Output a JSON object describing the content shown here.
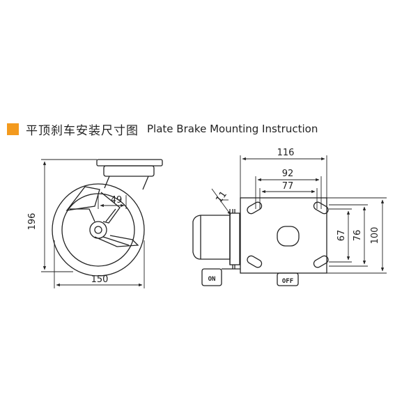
{
  "header": {
    "title_cn": "平顶刹车安装尺寸图",
    "title_en": "Plate Brake Mounting Instruction",
    "accent_color": "#f39a1e"
  },
  "side_view": {
    "height_label": "196",
    "wheel_diameter_label": "150",
    "offset_label": "49"
  },
  "plate_view": {
    "plate_width_label": "116",
    "hole_span_outer_label": "92",
    "hole_span_inner_label": "77",
    "plate_depth_label": "100",
    "hole_depth_outer_label": "76",
    "hole_depth_inner_label": "67",
    "thickness_label": "11",
    "brake_on_label": "ON",
    "brake_off_label": "OFF"
  },
  "line_color": "#222222"
}
